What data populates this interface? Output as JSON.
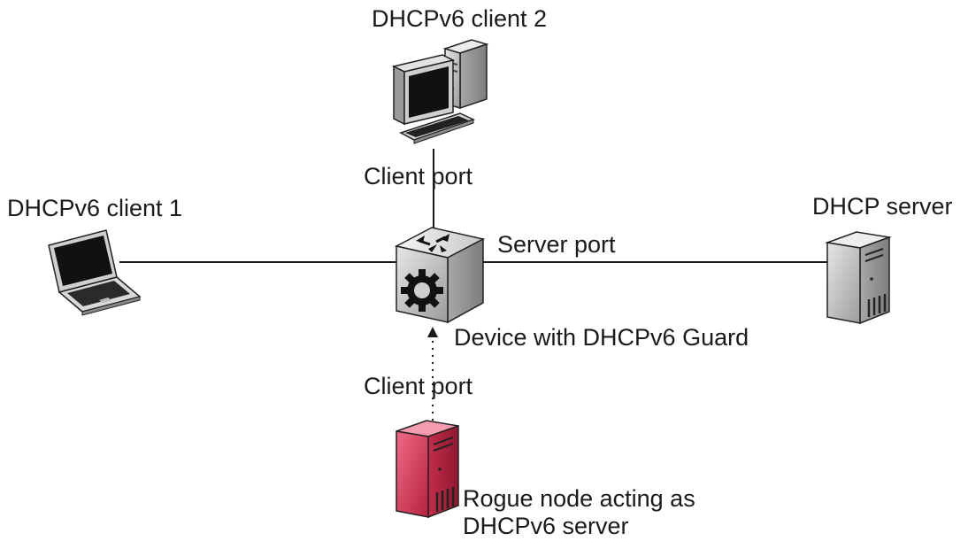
{
  "labels": {
    "client2": "DHCPv6 client 2",
    "client1": "DHCPv6 client 1",
    "dhcp_server": "DHCP server",
    "client_port_top": "Client port",
    "server_port": "Server port",
    "device": "Device with DHCPv6 Guard",
    "client_port_bottom": "Client port",
    "rogue_line1": "Rogue node acting as",
    "rogue_line2": "DHCPv6 server"
  },
  "colors": {
    "line": "#1a1a1a",
    "device_gray": "#bdbdbd",
    "server_gray": "#c8c8c8",
    "rogue_red": "#d9415e"
  },
  "icons": [
    "desktop-computer-icon",
    "laptop-icon",
    "router-switch-icon",
    "server-tower-icon",
    "rogue-server-tower-icon"
  ]
}
